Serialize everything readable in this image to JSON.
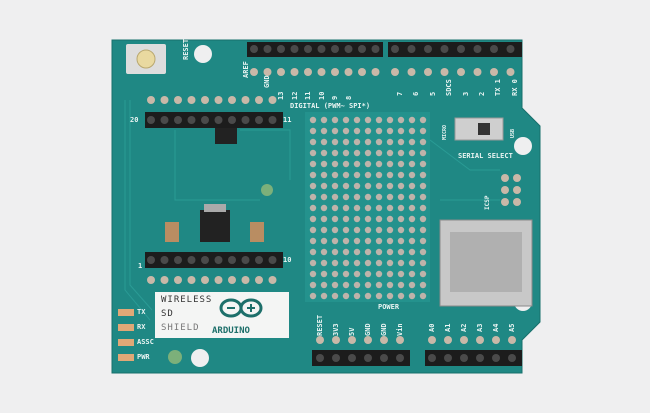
{
  "product": {
    "name_lines": [
      "WIRELESS",
      "SD",
      "SHIELD"
    ],
    "brand": "ARDUINO"
  },
  "board_labels": {
    "reset": "RESET",
    "aref": "AREF",
    "gnd": "GND",
    "digital_pins": [
      "13",
      "12",
      "11",
      "10",
      "9",
      "8",
      "7",
      "6",
      "5",
      "SDCS",
      "3",
      "2",
      "TX 1",
      "RX 0"
    ],
    "digital_header": "DIGITAL (PWM~ SPI*)",
    "serial_select": "SERIAL SELECT",
    "micro": "MICRO",
    "usb": "USB",
    "icsp": "ICSP",
    "power": "POWER",
    "power_pins": [
      "RESET",
      "3V3",
      "5V",
      "GND",
      "GND",
      "Vin"
    ],
    "analog_pins": [
      "A0",
      "A1",
      "A2",
      "A3",
      "A4",
      "A5"
    ],
    "leds": [
      "TX",
      "RX",
      "ASSC",
      "PWR"
    ],
    "xbee_pin_1": "1",
    "xbee_pin_10": "10",
    "xbee_pin_20": "20",
    "xbee_pin_11": "11"
  },
  "colors": {
    "board": "#1f8884",
    "background": "#efeff0",
    "header": "#1c1c1c"
  }
}
